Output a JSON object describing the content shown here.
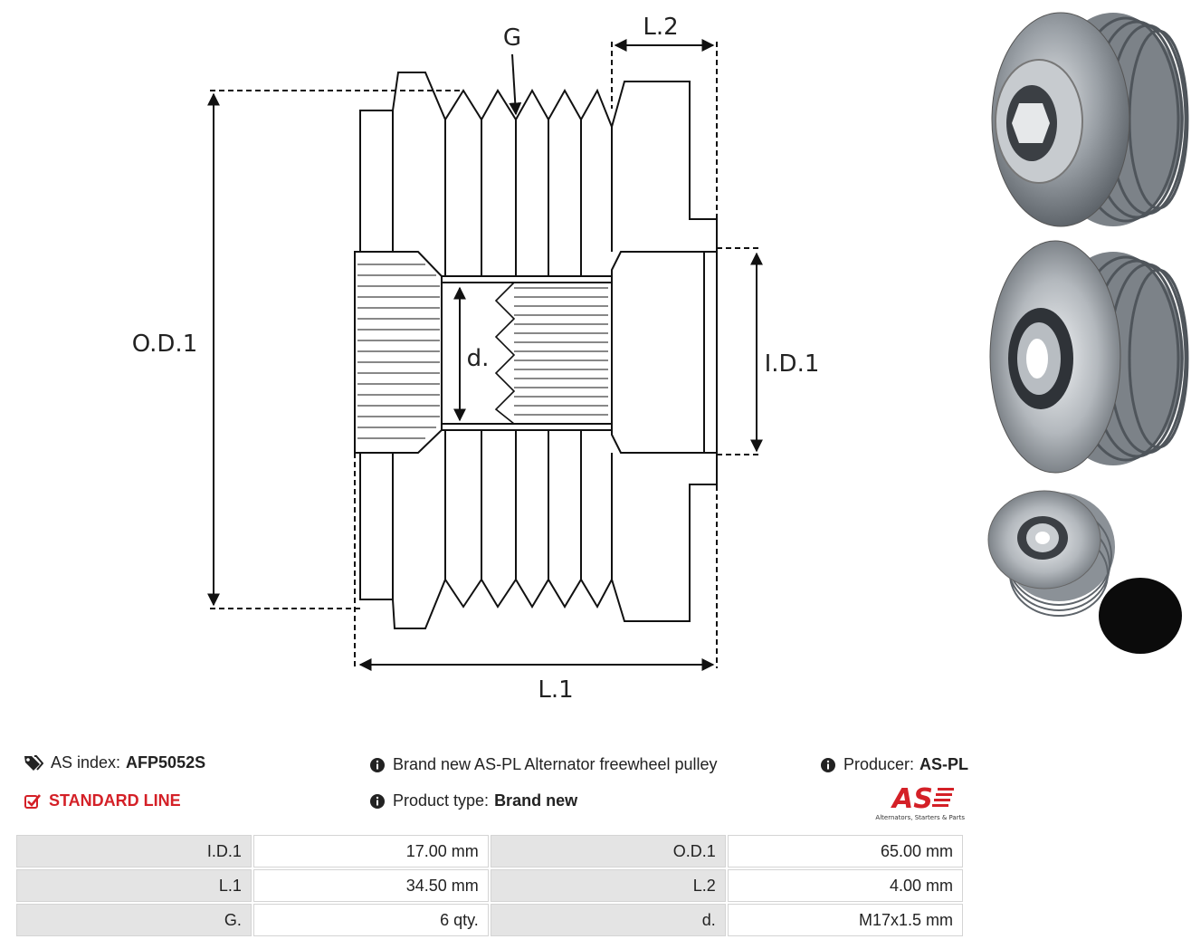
{
  "diagram": {
    "labels": {
      "g": "G",
      "l2": "L.2",
      "od1": "O.D.1",
      "id1": "I.D.1",
      "d": "d.",
      "l1": "L.1"
    }
  },
  "info": {
    "as_index_label": "AS index:",
    "as_index_value": "AFP5052S",
    "description": "Brand new AS-PL Alternator freewheel pulley",
    "producer_label": "Producer:",
    "producer_value": "AS-PL",
    "line": "STANDARD LINE",
    "product_type_label": "Product type:",
    "product_type_value": "Brand new"
  },
  "logo": {
    "mark": "AS",
    "tagline": "Alternators, Starters & Parts",
    "color": "#d42027"
  },
  "specs": [
    {
      "k1": "I.D.1",
      "v1": "17.00 mm",
      "k2": "O.D.1",
      "v2": "65.00 mm"
    },
    {
      "k1": "L.1",
      "v1": "34.50 mm",
      "k2": "L.2",
      "v2": "4.00 mm"
    },
    {
      "k1": "G.",
      "v1": "6 qty.",
      "k2": "d.",
      "v2": "M17x1.5 mm"
    }
  ]
}
